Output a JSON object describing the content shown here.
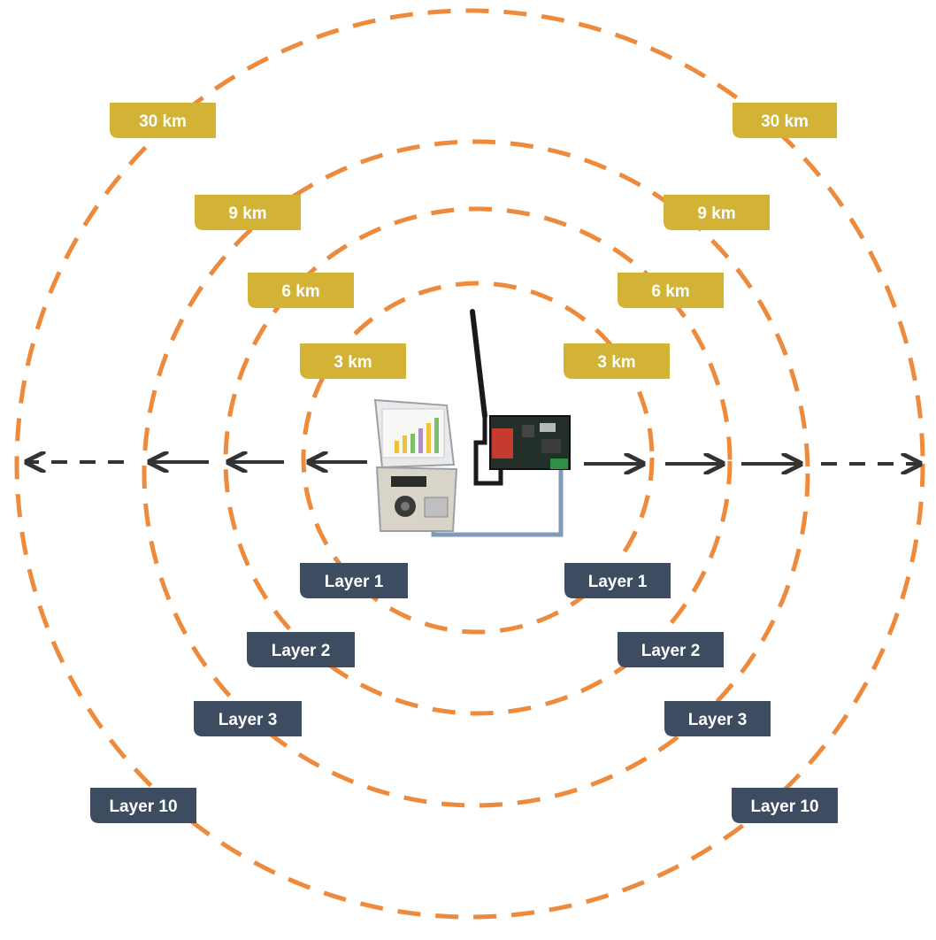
{
  "colors": {
    "ring": "#ee8a3c",
    "distance_tag": "#d2b335",
    "layer_tag": "#3e4c62",
    "arrow": "#333333",
    "cable": "#7f9abb"
  },
  "rings": [
    {
      "distance": "3 km",
      "layer": "Layer 1"
    },
    {
      "distance": "6 km",
      "layer": "Layer 2"
    },
    {
      "distance": "9 km",
      "layer": "Layer 3"
    },
    {
      "distance": "30 km",
      "layer": "Layer 10"
    }
  ],
  "devices": [
    {
      "name": "irrigation-controller"
    },
    {
      "name": "radio-module-with-antenna"
    }
  ]
}
